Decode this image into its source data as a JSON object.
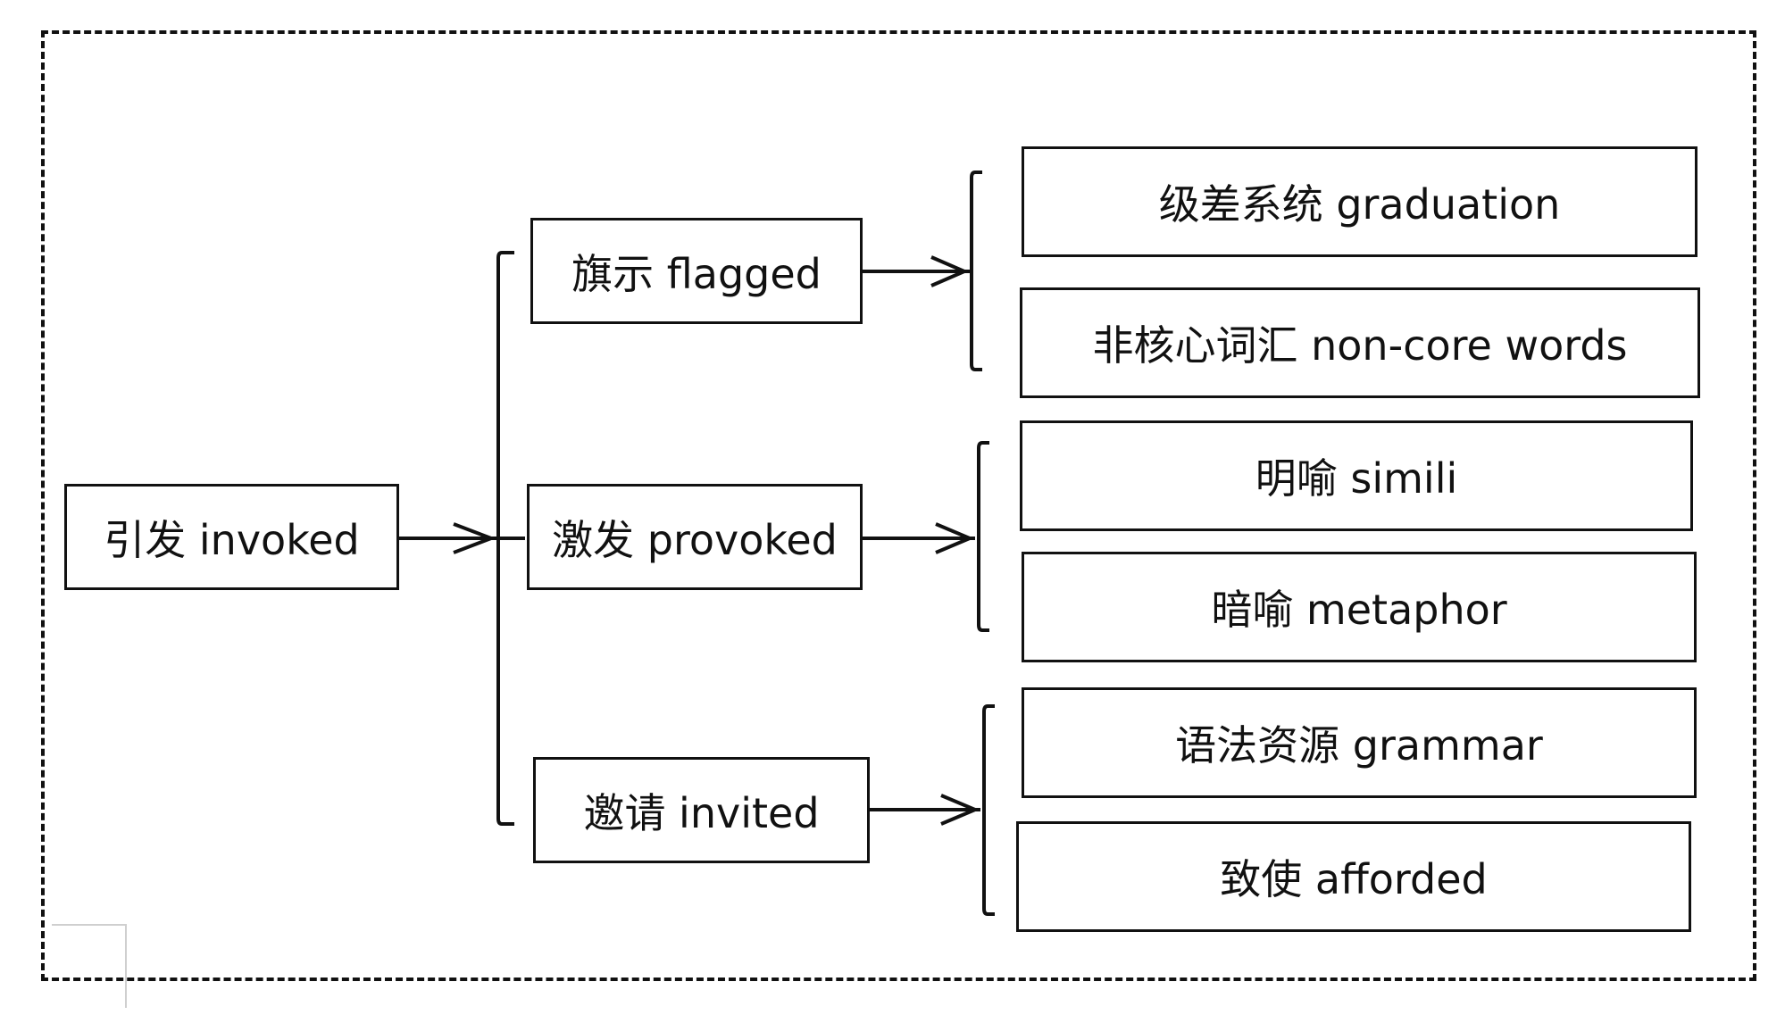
{
  "root": {
    "label": "引发 invoked"
  },
  "branches": [
    {
      "label": "旗示 flagged",
      "leaves": [
        "级差系统 graduation",
        "非核心词汇 non-core words"
      ]
    },
    {
      "label": "激发 provoked",
      "leaves": [
        "明喻 simili",
        "暗喻 metaphor"
      ]
    },
    {
      "label": "邀请 invited",
      "leaves": [
        "语法资源 grammar",
        "致使 afforded"
      ]
    }
  ]
}
